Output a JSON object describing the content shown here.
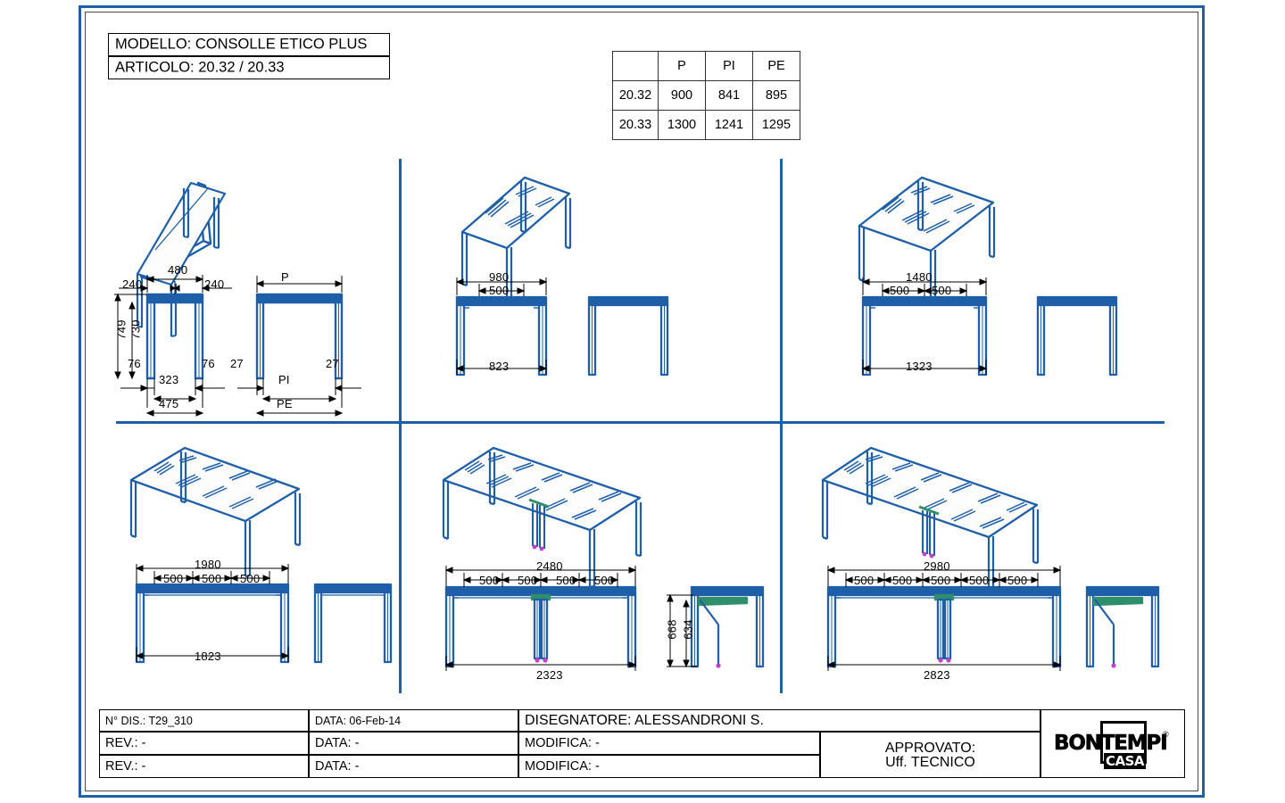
{
  "header": {
    "modello": "MODELLO: CONSOLLE ETICO PLUS",
    "articolo": "ARTICOLO: 20.32 / 20.33"
  },
  "spec_table": {
    "columns": [
      "",
      "P",
      "PI",
      "PE"
    ],
    "rows": [
      [
        "20.32",
        "900",
        "841",
        "895"
      ],
      [
        "20.33",
        "1300",
        "1241",
        "1295"
      ]
    ]
  },
  "panels": [
    {
      "name": "console-closed",
      "dims": {
        "top_width": "480",
        "left_offset": "240",
        "right_offset": "240",
        "height_total": "749",
        "height_leg": "730",
        "foot_left": "76",
        "foot_right": "76",
        "inner": "323",
        "outer": "475",
        "side_top": "P",
        "side_inner": "PI",
        "side_outer": "PE",
        "side_left": "27",
        "side_right": "27"
      }
    },
    {
      "name": "ext-980",
      "dims": {
        "overall": "980",
        "leaf": "500",
        "inner": "823"
      }
    },
    {
      "name": "ext-1480",
      "dims": {
        "overall": "1480",
        "leaf_1": "500",
        "leaf_2": "500",
        "inner": "1323"
      }
    },
    {
      "name": "ext-1980",
      "dims": {
        "overall": "1980",
        "leaf_1": "500",
        "leaf_2": "500",
        "leaf_3": "500",
        "inner": "1823"
      }
    },
    {
      "name": "ext-2480",
      "dims": {
        "overall": "2480",
        "leaf_1": "500",
        "leaf_2": "500",
        "leaf_3": "500",
        "leaf_4": "500",
        "inner": "2323",
        "side_height_outer": "668",
        "side_height_inner": "634"
      }
    },
    {
      "name": "ext-2980",
      "dims": {
        "overall": "2980",
        "leaf_1": "500",
        "leaf_2": "500",
        "leaf_3": "500",
        "leaf_4": "500",
        "leaf_5": "500",
        "inner": "2823"
      }
    }
  ],
  "titleblock": {
    "dis_no": "N° DIS.: T29_310",
    "data": "DATA: 06-Feb-14",
    "disegnatore": "DISEGNATORE: ALESSANDRONI S.",
    "rev1": "REV.: -",
    "rev2": "REV.: -",
    "data1": "DATA: -",
    "data2": "DATA: -",
    "modifica1": "MODIFICA: -",
    "modifica2": "MODIFICA: -",
    "approvato": "APPROVATO:",
    "ufficio": "Uff. TECNICO",
    "logo_name": "BONTEMPI",
    "logo_sub": "CASA",
    "logo_reg": "®"
  },
  "colors": {
    "line": "#1f5fa8",
    "line_dark": "#174f8f",
    "accent_green": "#2f8f6a",
    "accent_magenta": "#c03fd0",
    "frame": "#1f5fa8"
  }
}
